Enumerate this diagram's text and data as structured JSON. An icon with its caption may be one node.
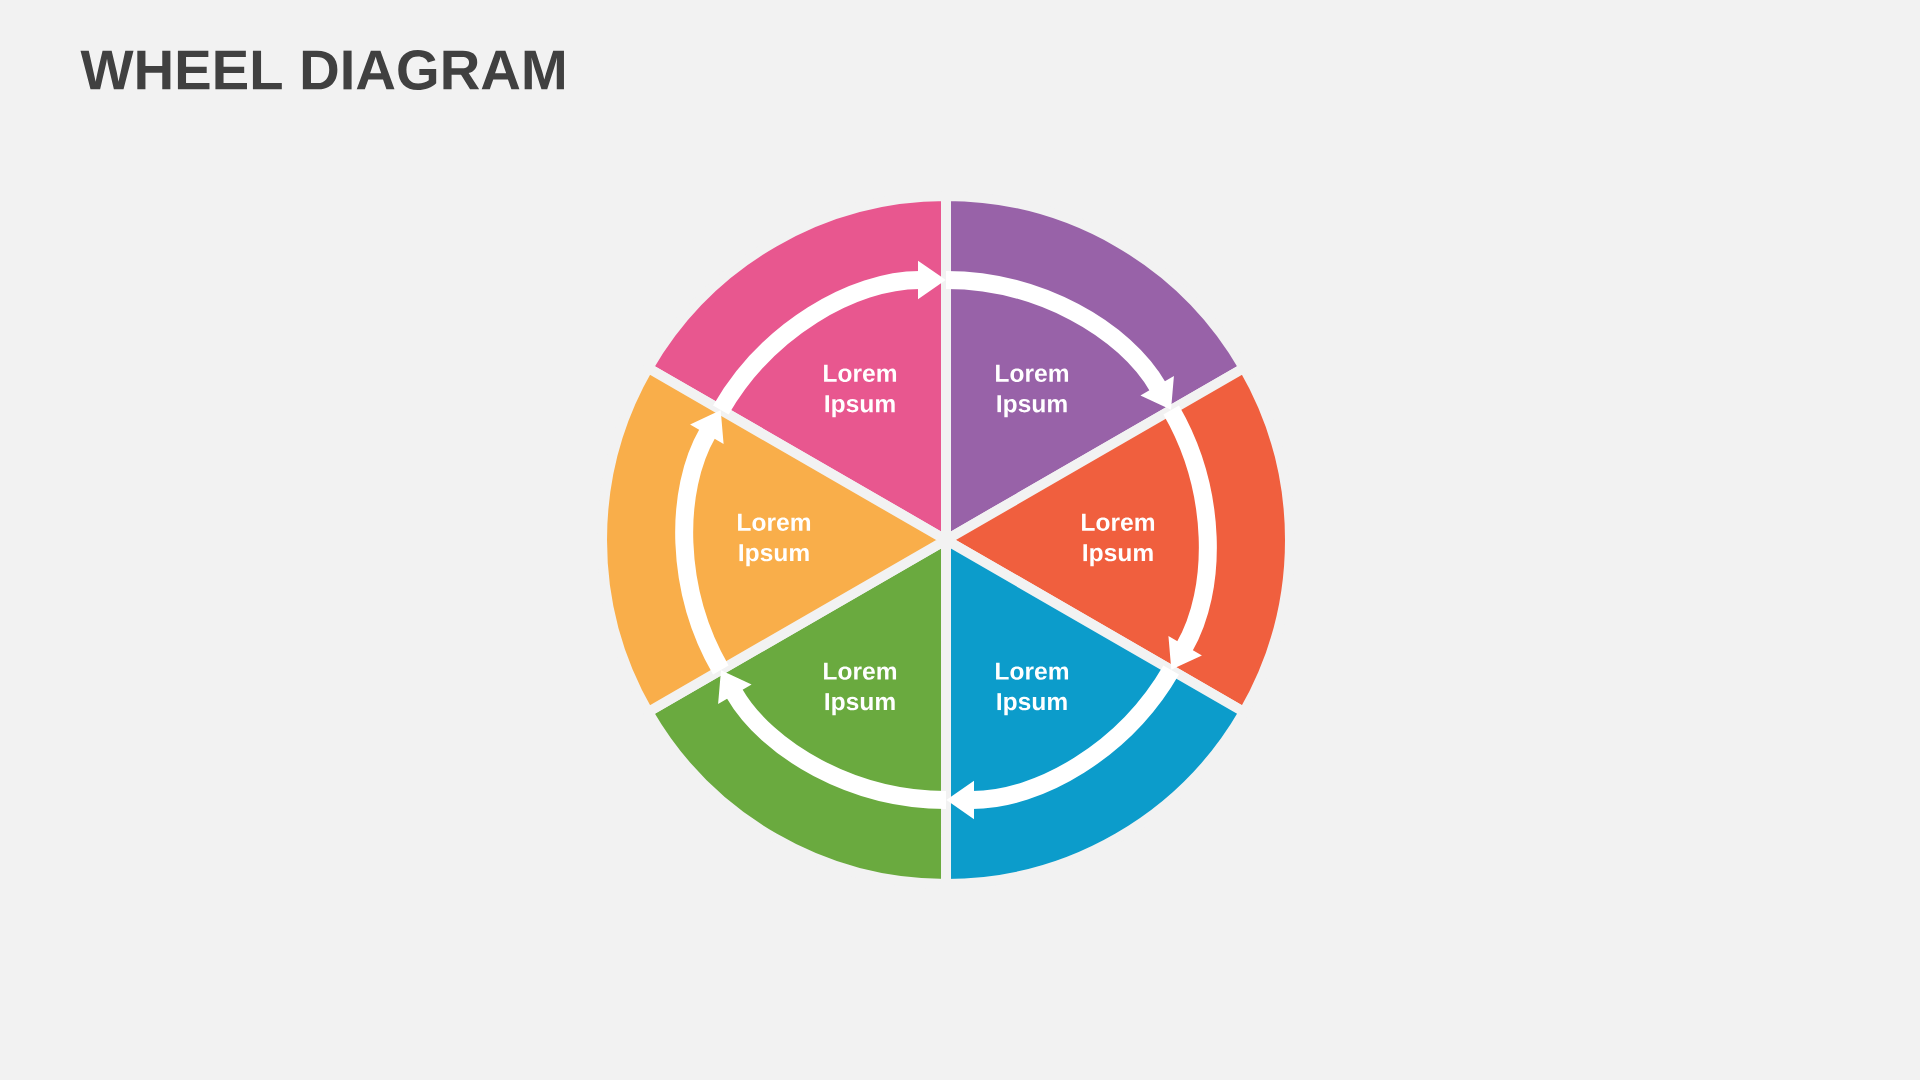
{
  "diagram": {
    "title": "WHEEL DIAGRAM",
    "nodes": [
      {
        "text": [
          "Lorem Ipsum"
        ]
      },
      {
        "text": [
          "Lorem Ipsum"
        ]
      },
      {
        "text": [
          "Lorem Ipsum"
        ]
      },
      {
        "text": [
          "Lorem Ipsum"
        ]
      },
      {
        "text": [
          "Lorem Ipsum"
        ]
      },
      {
        "text": [
          "Lorem Ipsum"
        ]
      }
    ],
    "edges": [
      {
        "from": 0,
        "to": 1,
        "arrow": "to"
      },
      {
        "from": 1,
        "to": 2,
        "arrow": "to"
      },
      {
        "from": 2,
        "to": 3,
        "arrow": "to"
      },
      {
        "from": 3,
        "to": 4,
        "arrow": "to"
      },
      {
        "from": 4,
        "to": 5,
        "arrow": "to"
      },
      {
        "from": 5,
        "to": 0,
        "arrow": "to"
      }
    ]
  }
}
